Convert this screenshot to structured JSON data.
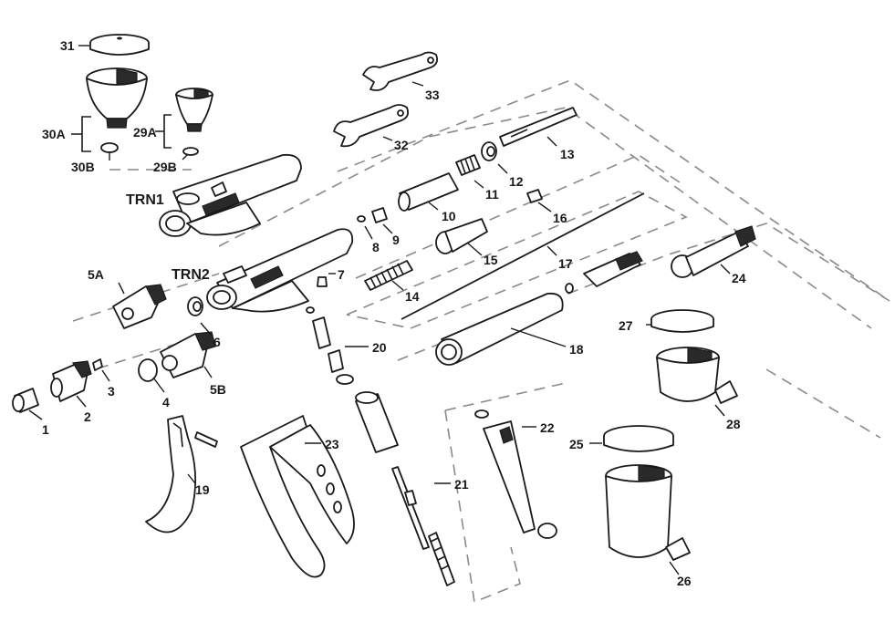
{
  "models": {
    "trn1": "TRN1",
    "trn2": "TRN2"
  },
  "parts": {
    "p1": "1",
    "p2": "2",
    "p3": "3",
    "p4": "4",
    "p5a": "5A",
    "p5b": "5B",
    "p6": "6",
    "p7": "7",
    "p8": "8",
    "p9": "9",
    "p10": "10",
    "p11": "11",
    "p12": "12",
    "p13": "13",
    "p14": "14",
    "p15": "15",
    "p16": "16",
    "p17": "17",
    "p18": "18",
    "p19": "19",
    "p20": "20",
    "p21": "21",
    "p22": "22",
    "p23": "23",
    "p24": "24",
    "p25": "25",
    "p26": "26",
    "p27": "27",
    "p28": "28",
    "p29a": "29A",
    "p29b": "29B",
    "p30a": "30A",
    "p30b": "30B",
    "p31": "31",
    "p32": "32",
    "p33": "33"
  }
}
